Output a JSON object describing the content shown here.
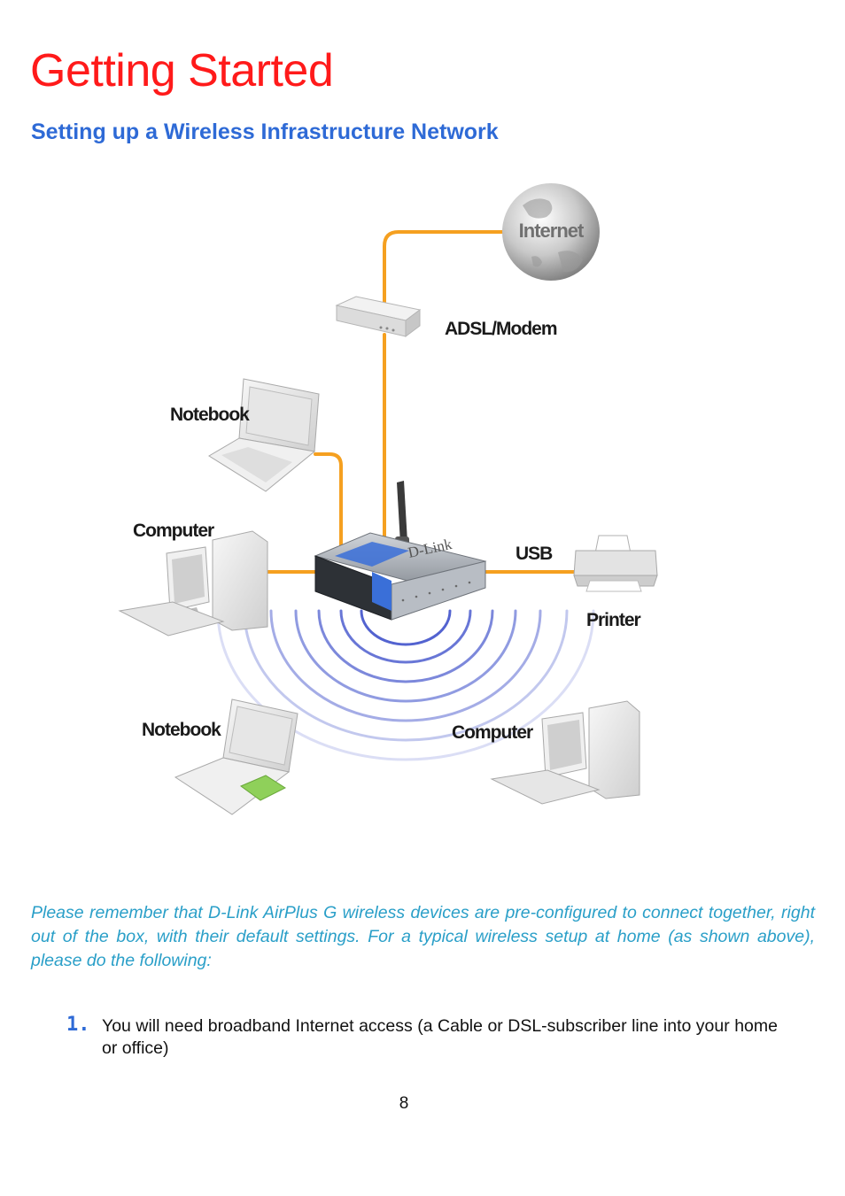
{
  "page": {
    "title": "Getting Started",
    "subtitle": "Setting up a Wireless Infrastructure Network",
    "intro": "Please remember that D-Link AirPlus G wireless devices are pre-configured to connect together, right out of the box, with their default settings. For a typical wireless setup at home (as shown above), please do the following:",
    "step_number": "1.",
    "step_text": "You will need broadband Internet access (a Cable or DSL-subscriber line into your home or office)",
    "page_number": "8"
  },
  "diagram": {
    "labels": {
      "internet": "Internet",
      "modem": "ADSL/Modem",
      "notebook_top": "Notebook",
      "computer_left": "Computer",
      "usb": "USB",
      "printer": "Printer",
      "notebook_bottom": "Notebook",
      "computer_right": "Computer",
      "router_brand": "D-Link"
    },
    "colors": {
      "cable": "#f5a020",
      "wave": "#3548c8",
      "device": "#e8e8e8",
      "title": "#ff1a1a",
      "subtitle": "#2e6ad6",
      "intro": "#2a9fc8"
    }
  }
}
